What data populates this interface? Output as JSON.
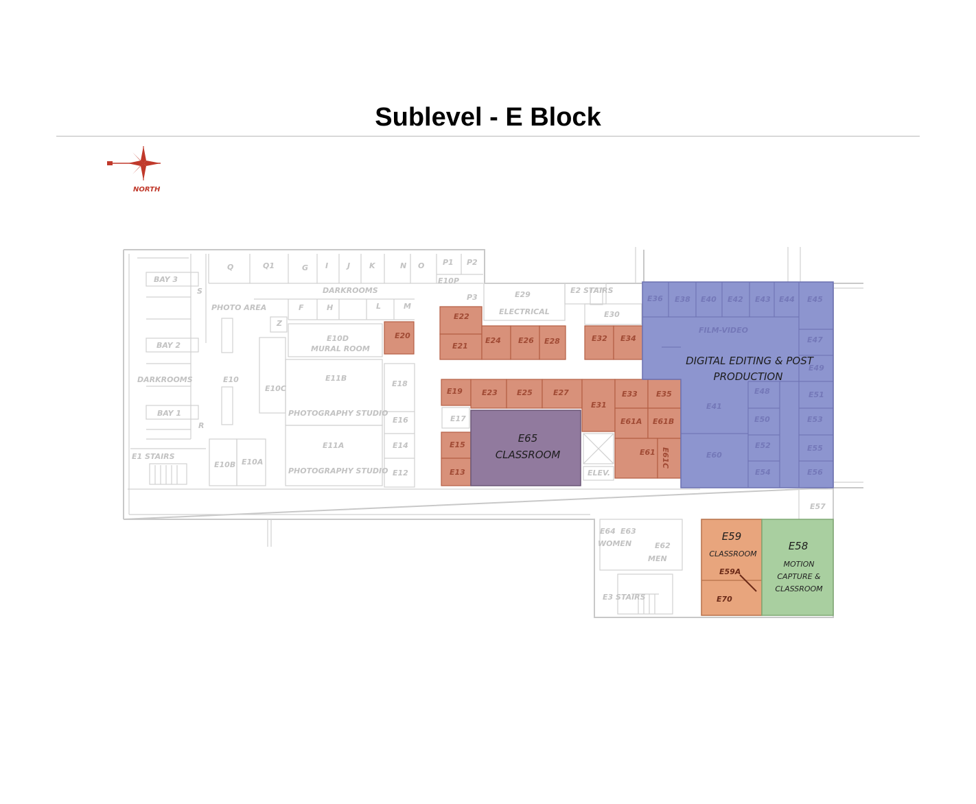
{
  "title": "Sublevel - E Block",
  "compass": {
    "label": "NORTH",
    "color": "#c0392b"
  },
  "colors": {
    "office": "#d8917a",
    "office_border": "#b45e44",
    "digital": "#8d95cf",
    "classroom_e65": "#917a9e",
    "classroom_e59": "#e8a57d",
    "motion_capture": "#a9cfa0",
    "walls": "#c8c8c8"
  },
  "rooms": {
    "bay3": "BAY 3",
    "bay2": "BAY 2",
    "bay1": "BAY 1",
    "darkrooms_w": "DARKROOMS",
    "darkrooms_n": "DARKROOMS",
    "photo_area": "PHOTO AREA",
    "e10": "E10",
    "e10c": "E10C",
    "e10d": "E10D",
    "mural_room": "MURAL ROOM",
    "e11b": "E11B",
    "photo_studio_1": "PHOTOGRAPHY STUDIO",
    "e11a": "E11A",
    "photo_studio_2": "PHOTOGRAPHY STUDIO",
    "e1_stairs": "E1 STAIRS",
    "e10b": "E10B",
    "e10a": "E10A",
    "q": "Q",
    "q1": "Q1",
    "g": "G",
    "i": "I",
    "j": "J",
    "k": "K",
    "n": "N",
    "o": "O",
    "p1": "P1",
    "p2": "P2",
    "p3": "P3",
    "e10p": "E10P",
    "s": "S",
    "z": "Z",
    "r": "R",
    "f": "F",
    "h": "H",
    "l": "L",
    "m": "M",
    "e18": "E18",
    "e16": "E16",
    "e14": "E14",
    "e12": "E12",
    "e17": "E17",
    "e29": "E29",
    "electrical": "ELECTRICAL",
    "e2_stairs": "E2 STAIRS",
    "e30": "E30",
    "e20": "E20",
    "e22": "E22",
    "e21": "E21",
    "e24": "E24",
    "e26": "E26",
    "e28": "E28",
    "e32": "E32",
    "e34": "E34",
    "e19": "E19",
    "e23": "E23",
    "e25": "E25",
    "e27": "E27",
    "e31": "E31",
    "e33": "E33",
    "e35": "E35",
    "e61a": "E61A",
    "e61b": "E61B",
    "e61": "E61",
    "e61c": "E61C",
    "e15": "E15",
    "e13": "E13",
    "elev": "ELEV.",
    "e36": "E36",
    "e38": "E38",
    "e40": "E40",
    "e42": "E42",
    "e43": "E43",
    "e44": "E44",
    "e45": "E45",
    "film_video": "FILM-VIDEO",
    "e47": "E47",
    "e49": "E49",
    "e48": "E48",
    "e41": "E41",
    "e50": "E50",
    "e51": "E51",
    "e53": "E53",
    "e60": "E60",
    "e52": "E52",
    "e55": "E55",
    "e54": "E54",
    "e56": "E56",
    "e57": "E57",
    "e64": "E64",
    "e63": "E63",
    "women": "WOMEN",
    "e62": "E62",
    "men": "MEN",
    "e3_stairs": "E3 STAIRS",
    "e59a": "E59A",
    "e70": "E70"
  },
  "highlights": {
    "digital_line1": "DIGITAL EDITING & POST",
    "digital_line2": "PRODUCTION",
    "e65_num": "E65",
    "e65_name": "CLASSROOM",
    "e59_num": "E59",
    "e59_name": "CLASSROOM",
    "e58_num": "E58",
    "e58_line1": "MOTION",
    "e58_line2": "CAPTURE &",
    "e58_line3": "CLASSROOM"
  }
}
